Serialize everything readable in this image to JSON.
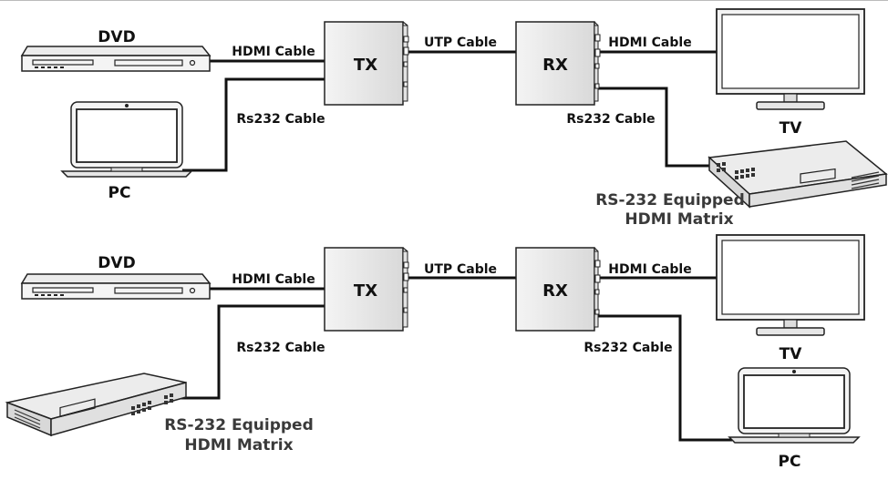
{
  "scenarios": [
    {
      "dvd_label": "DVD",
      "tx_label": "TX",
      "rx_label": "RX",
      "tv_label": "TV",
      "pc_label": "PC",
      "matrix_label_line1": "RS-232 Equipped",
      "matrix_label_line2": "HDMI Matrix",
      "hdmi_in_cable": "HDMI Cable",
      "utp_cable": "UTP Cable",
      "hdmi_out_cable": "HDMI Cable",
      "rs232_left_cable": "Rs232 Cable",
      "rs232_right_cable": "Rs232 Cable"
    },
    {
      "dvd_label": "DVD",
      "tx_label": "TX",
      "rx_label": "RX",
      "tv_label": "TV",
      "pc_label": "PC",
      "matrix_label_line1": "RS-232 Equipped",
      "matrix_label_line2": "HDMI Matrix",
      "hdmi_in_cable": "HDMI Cable",
      "utp_cable": "UTP Cable",
      "hdmi_out_cable": "HDMI Cable",
      "rs232_left_cable": "Rs232 Cable",
      "rs232_right_cable": "Rs232 Cable"
    }
  ]
}
